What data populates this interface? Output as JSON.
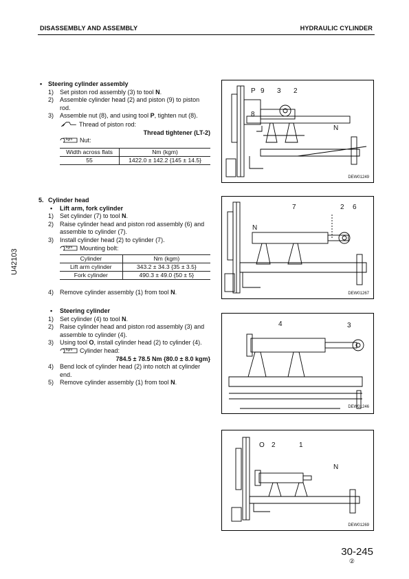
{
  "header": {
    "left": "DISASSEMBLY AND ASSEMBLY",
    "right": "HYDRAULIC CYLINDER"
  },
  "section1": {
    "title": "Steering cylinder assembly",
    "steps": [
      {
        "n": "1)",
        "text": "Set piston rod assembly (3) to tool ",
        "bold": "N",
        "tail": "."
      },
      {
        "n": "2)",
        "text": "Assemble cylinder head (2) and piston (9) to piston rod.",
        "bold": "",
        "tail": ""
      },
      {
        "n": "3)",
        "text": "Assemble nut (8), and using tool ",
        "bold": "P",
        "tail": ", tighten nut (8)."
      }
    ],
    "thread_label": "Thread of piston rod:",
    "thread_value": "Thread tightener (LT-2)",
    "nut_label": "Nut:",
    "table": {
      "headers": [
        "Width across flats",
        "Nm (kgm)"
      ],
      "rows": [
        [
          "55",
          "1422.0 ± 142.2 {145 ± 14.5}"
        ]
      ]
    }
  },
  "section2": {
    "number": "5.",
    "title": "Cylinder head",
    "sub_title": "Lift arm, fork cylinder",
    "steps": [
      {
        "n": "1)",
        "text": "Set cylinder (7) to tool ",
        "bold": "N",
        "tail": "."
      },
      {
        "n": "2)",
        "text": "Raise cylinder head and piston rod assembly (6) and assemble to cylinder (7).",
        "bold": "",
        "tail": ""
      },
      {
        "n": "3)",
        "text": "Install cylinder head (2) to cylinder (7).",
        "bold": "",
        "tail": ""
      }
    ],
    "bolt_label": "Mounting bolt:",
    "table": {
      "headers": [
        "Cylinder",
        "Nm (kgm)"
      ],
      "rows": [
        [
          "Lift arm cylinder",
          "343.2 ± 34.3 {35 ± 3.5}"
        ],
        [
          "Fork cylinder",
          "490.3 ± 49.0 {50 ± 5}"
        ]
      ]
    },
    "step4": {
      "n": "4)",
      "text": "Remove cylinder assembly (1) from tool ",
      "bold": "N",
      "tail": "."
    }
  },
  "section3": {
    "title": "Steering cylinder",
    "steps": [
      {
        "n": "1)",
        "text": "Set cylinder (4) to tool ",
        "bold": "N",
        "tail": "."
      },
      {
        "n": "2)",
        "text": "Raise cylinder head and piston rod assembly (3) and assemble to cylinder (4).",
        "bold": "",
        "tail": ""
      },
      {
        "n": "3)",
        "text": "Using tool ",
        "bold": "O",
        "tail": ", install cylinder head (2) to cylinder (4)."
      }
    ],
    "head_label": "Cylinder head:",
    "head_value": "784.5 ± 78.5 Nm {80.0 ± 8.0 kgm}",
    "steps2": [
      {
        "n": "4)",
        "text": "Bend lock of cylinder head (2) into notch at cylinder end.",
        "bold": "",
        "tail": ""
      },
      {
        "n": "5)",
        "text": "Remove cylinder assembly (1) from tool ",
        "bold": "N",
        "tail": "."
      }
    ]
  },
  "figures": [
    {
      "id": "DEW01249",
      "callouts": [
        "P",
        "9",
        "3",
        "2",
        "8",
        "N"
      ]
    },
    {
      "id": "DEW01267",
      "callouts": [
        "7",
        "2",
        "6",
        "N"
      ]
    },
    {
      "id": "DEW01246",
      "callouts": [
        "4",
        "3"
      ]
    },
    {
      "id": "DEW01269",
      "callouts": [
        "O",
        "2",
        "1",
        "N"
      ]
    }
  ],
  "sym_text": "kgm",
  "side_code": "U42103",
  "page": {
    "number": "30-245",
    "sub": "②"
  }
}
